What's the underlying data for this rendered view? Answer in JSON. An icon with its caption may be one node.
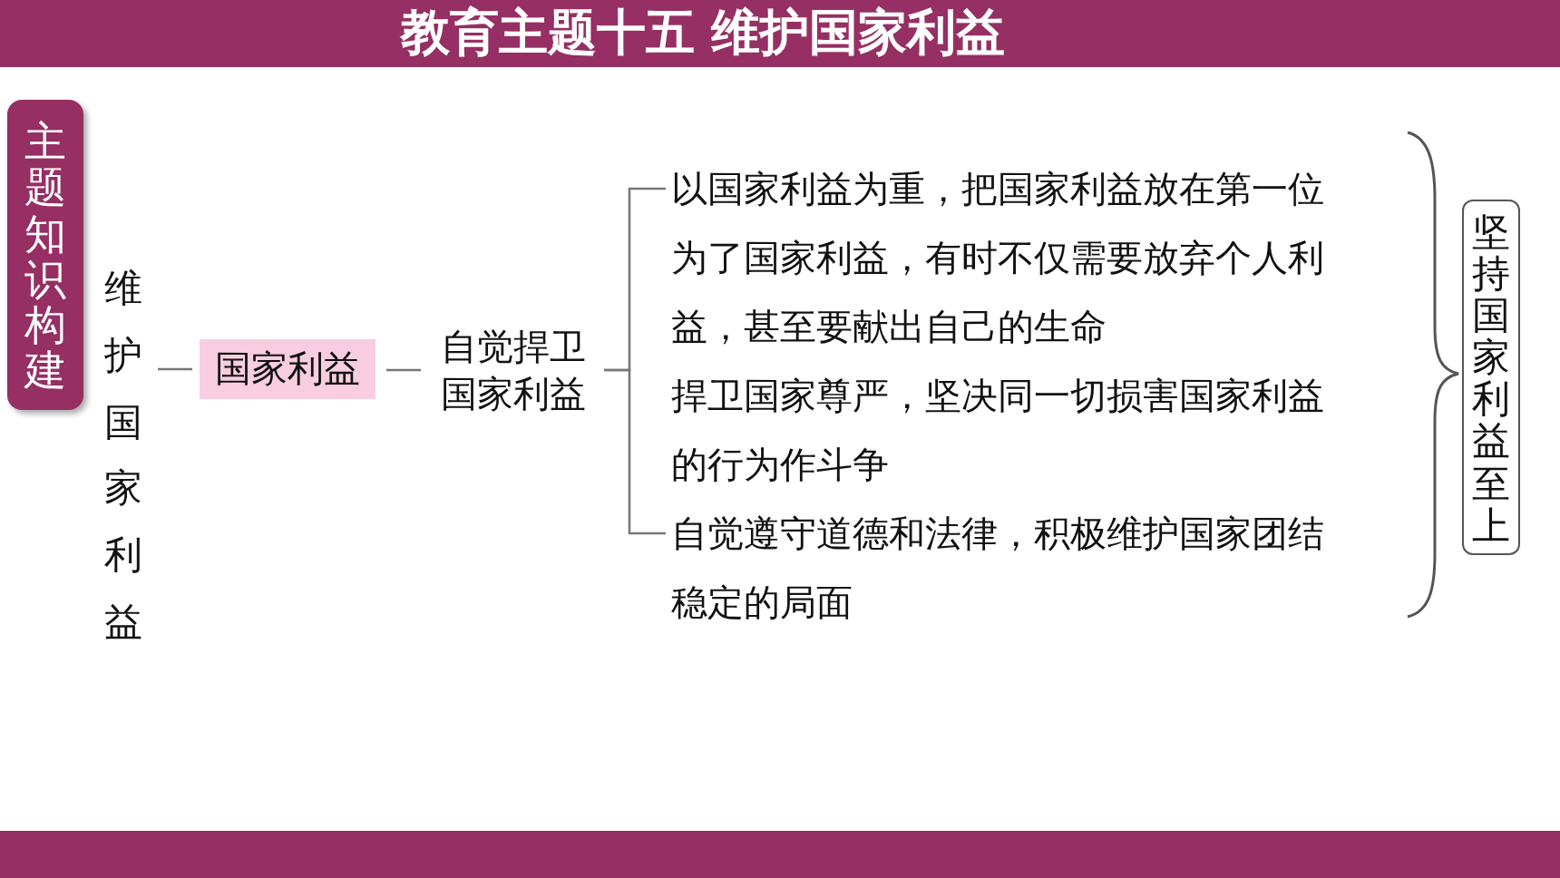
{
  "diagram": {
    "title": "教育主题十五 维护国家利益",
    "nodes": [
      {
        "text": [
          "主题知识构建"
        ]
      },
      {
        "text": [
          "维护国家利益"
        ]
      },
      {
        "text": [
          "国家利益"
        ]
      },
      {
        "text": [
          "自觉捍卫国家利益"
        ]
      },
      {
        "text": [
          "以国家利益为重，把国家利益放在第一位"
        ]
      },
      {
        "text": [
          "为了国家利益，有时不仅需要放弃个人利益，甚至要献出自己的生命"
        ]
      },
      {
        "text": [
          "捍卫国家尊严，坚决同一切损害国家利益的行为作斗争"
        ]
      },
      {
        "text": [
          "自觉遵守道德和法律，积极维护国家团结稳定的局面"
        ]
      },
      {
        "text": [
          "坚持国家利益至上"
        ]
      }
    ],
    "edges": [
      {
        "from": 1,
        "to": 2,
        "arrow": "none"
      },
      {
        "from": 2,
        "to": 3,
        "arrow": "none"
      },
      {
        "from": 3,
        "to": 4,
        "arrow": "none"
      },
      {
        "from": 3,
        "to": 7,
        "arrow": "none"
      }
    ]
  }
}
